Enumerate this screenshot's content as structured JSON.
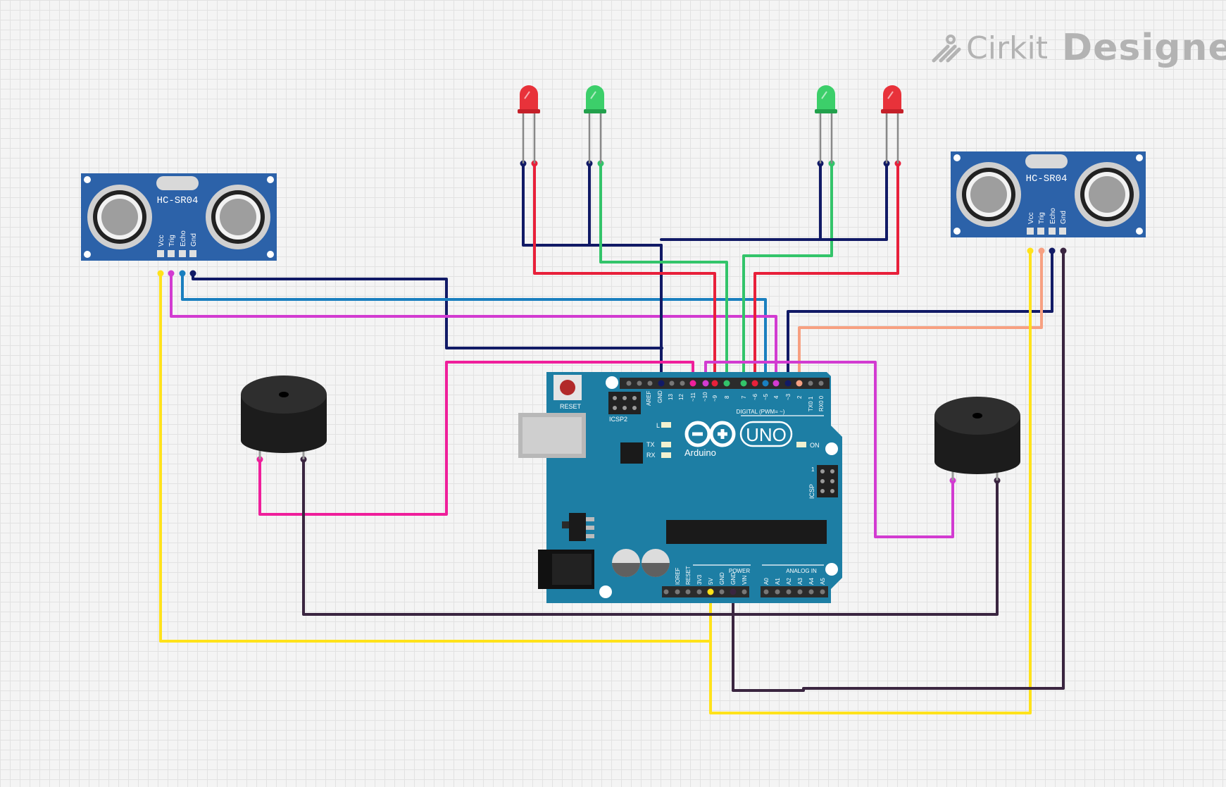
{
  "brand": {
    "name_part1": "Cirkit",
    "name_part2": "Designer"
  },
  "sensors": [
    {
      "model": "HC-SR04",
      "pins": [
        "Vcc",
        "Trig",
        "Echo",
        "Gnd"
      ]
    },
    {
      "model": "HC-SR04",
      "pins": [
        "Vcc",
        "Trig",
        "Echo",
        "Gnd"
      ]
    }
  ],
  "leds": [
    {
      "color_name": "red",
      "color": "#e8323a"
    },
    {
      "color_name": "green",
      "color": "#3ccf6a"
    },
    {
      "color_name": "green",
      "color": "#3ccf6a"
    },
    {
      "color_name": "red",
      "color": "#e8323a"
    }
  ],
  "buzzers": [
    "left",
    "right"
  ],
  "arduino": {
    "reset_label": "RESET",
    "icsp2_label": "ICSP2",
    "icsp_label": "ICSP",
    "l_label": "L",
    "tx_label": "TX",
    "rx_label": "RX",
    "on_label": "ON",
    "brand_label": "Arduino",
    "model_label": "UNO",
    "digital_label": "DIGITAL (PWM= ~)",
    "power_label": "POWER",
    "analog_label": "ANALOG IN",
    "top_header_labels": [
      "AREF",
      "GND",
      "13",
      "12",
      "~11",
      "~10",
      "~9",
      "8",
      "7",
      "~6",
      "~5",
      "4",
      "~3",
      "2",
      "TX0 1",
      "RX0 0"
    ],
    "power_header_labels": [
      "IOREF",
      "RESET",
      "3V3",
      "5V",
      "GND",
      "GND",
      "VIN"
    ],
    "analog_header_labels": [
      "A0",
      "A1",
      "A2",
      "A3",
      "A4",
      "A5"
    ],
    "icsp_pin1": "1"
  },
  "colors": {
    "board": "#1d7ea4",
    "sensor_board": "#2c62a9",
    "wire_navy": "#111a66",
    "wire_red": "#e8203a",
    "wire_green": "#33c46a",
    "wire_blue": "#1a7fbf",
    "wire_magenta": "#d23bd1",
    "wire_pink": "#ef1f9b",
    "wire_yellow": "#ffe21a",
    "wire_dark": "#3a2540",
    "wire_salmon": "#f7a081"
  }
}
